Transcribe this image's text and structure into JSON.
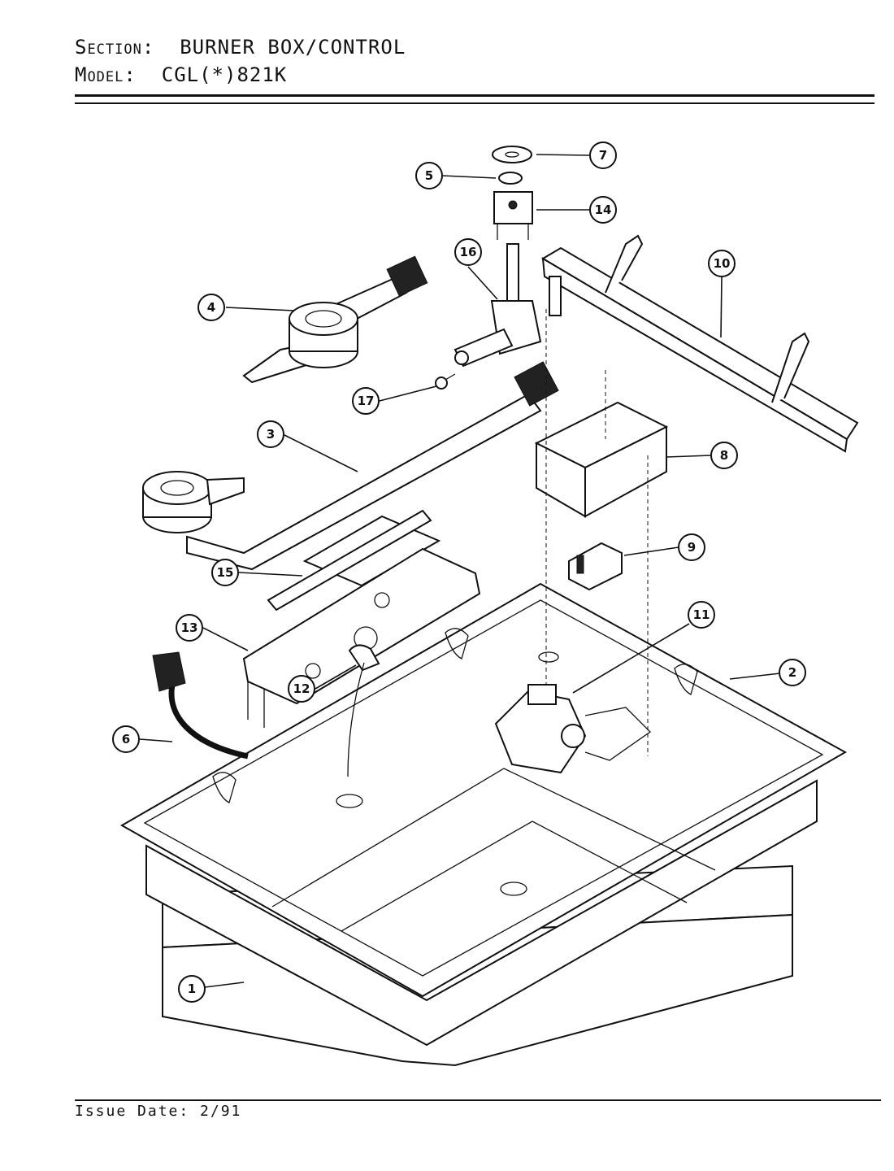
{
  "header": {
    "section_key": "Section:",
    "section_value": "BURNER BOX/CONTROL",
    "model_key": "Model:",
    "model_value": "CGL(*)821K"
  },
  "footer": {
    "issue": "Issue Date: 2/91"
  },
  "callouts": [
    {
      "id": "1",
      "label": "1"
    },
    {
      "id": "2",
      "label": "2"
    },
    {
      "id": "3",
      "label": "3"
    },
    {
      "id": "4",
      "label": "4"
    },
    {
      "id": "5",
      "label": "5"
    },
    {
      "id": "6",
      "label": "6"
    },
    {
      "id": "7",
      "label": "7"
    },
    {
      "id": "8",
      "label": "8"
    },
    {
      "id": "9",
      "label": "9"
    },
    {
      "id": "10",
      "label": "10"
    },
    {
      "id": "11",
      "label": "11"
    },
    {
      "id": "12",
      "label": "12"
    },
    {
      "id": "13",
      "label": "13"
    },
    {
      "id": "14",
      "label": "14"
    },
    {
      "id": "15",
      "label": "15"
    },
    {
      "id": "16",
      "label": "16"
    },
    {
      "id": "17",
      "label": "17"
    }
  ]
}
